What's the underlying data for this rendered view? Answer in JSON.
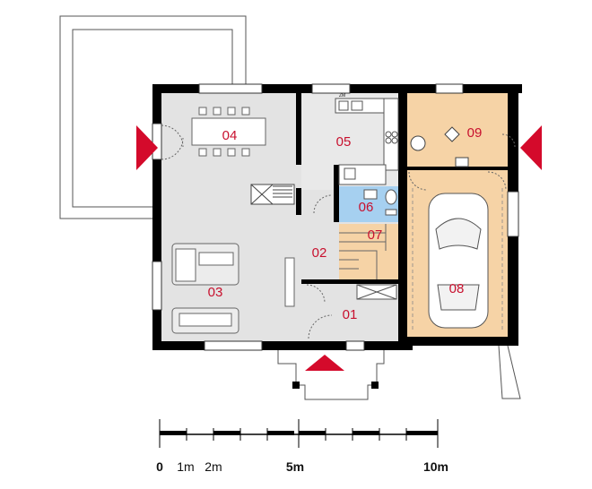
{
  "rooms": [
    {
      "id": "01"
    },
    {
      "id": "02"
    },
    {
      "id": "03"
    },
    {
      "id": "04"
    },
    {
      "id": "05"
    },
    {
      "id": "06"
    },
    {
      "id": "07"
    },
    {
      "id": "08"
    },
    {
      "id": "09"
    }
  ],
  "scale_bar": {
    "labels": [
      "0",
      "1m",
      "2m",
      "5m",
      "10m"
    ]
  },
  "appliance_label": "ZM",
  "colors": {
    "wall": "#000000",
    "floor_living": "#e3e3e3",
    "floor_garage": "#f6d3a6",
    "floor_bath": "#a6d0f0",
    "entrance_arrow": "#d40a2b",
    "room_number": "#c8102e"
  }
}
